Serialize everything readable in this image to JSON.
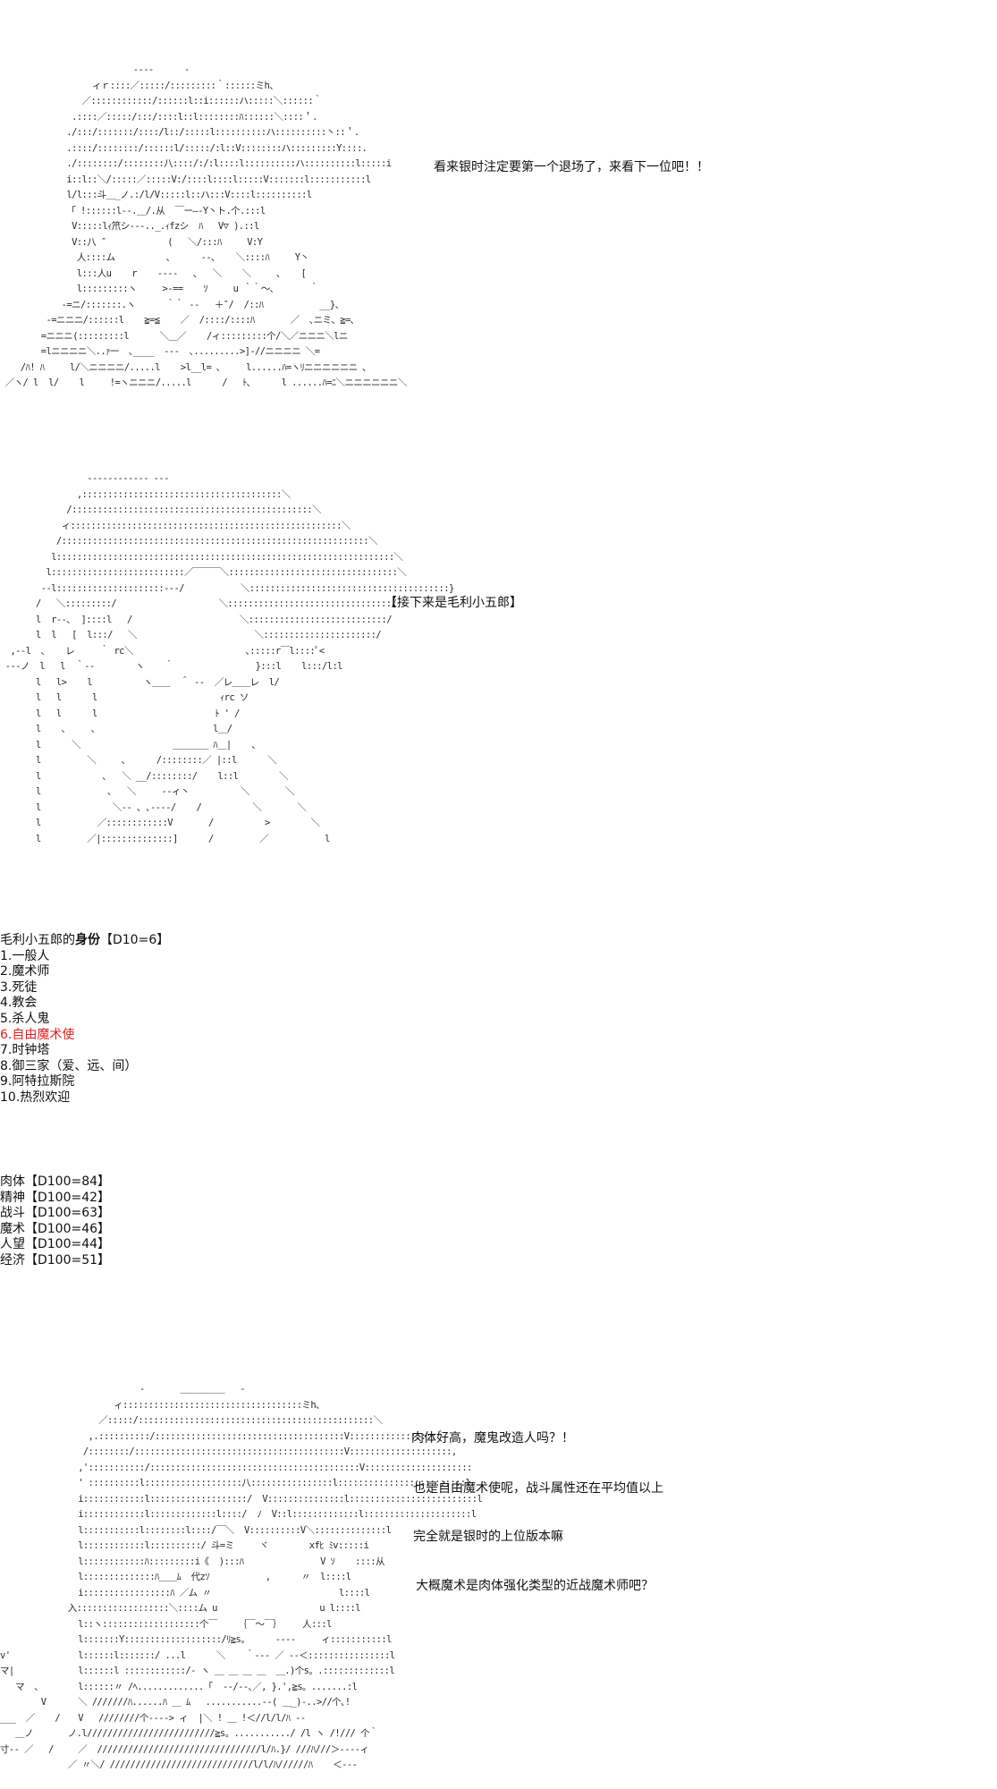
{
  "art": {
    "gintoki": "                          ‐‐‐‐      ‐\n                  ィｒ::::／:::::/:::::::::｀::::::ミh、\n                ／::::::::::::/::::::l::i::::::ハ:::::＼::::::｀\n              .::::／:::::/:::/::::l::l::::::::ﾊ::::::＼::::＇.\n             ./:::/:::::::/::::/l::/:::::l::::::::::ハ::::::::::丶::＇.\n             .::::/::::::::/::::::l/:::::/:l::V::::::::ハ:::::::::Y::::.\n             ./::::::::/::::::::八::::/:/:l::::l::::::::::ハ::::::::::l:::::i\n             i::l::＼/:::::／:::::V:/::::l::::l:::::V:::::::l:::::::::::l\n             l/l:::斗＿_ノ.:/l/V:::::l::ハ:::V::::l::::::::::l\n             「 !::::::l‐‐.＿/.从  ￣ー―‐Y丶ト.个.:::l\n              V:::::lｨ笊シ‐‐‐.._.ｨfzシ  ﾊ   V▽ ).::l\n              V::八 ″            (   ＼/:::ﾊ     V:Y\n               人::::ム          ､      ‐‐､    ＼::::ﾊ     Y丶\n               l:::人u    r    ‐‐‐‐   ､   ＼    ＼     ､    [\n               l:::::::::ヽ     >‐==    ｿ     u ｀｀～､       ｀\n            ‐=ニ/:::::::.ヽ      ｀｀ ‐‐   ＋″/  /::ﾊ           __}、\n         ‐=ニニニ/::::::l    ≧=≦    ／  /::::/::::ﾊ       ／  ､ニミ、≧=､\n        =ニニニ(:::::::::l      ＼＿／    /ィ:::::::::个/＼／ニニニ＼lニ\n        =lニニニニ＼..ｧ一  ､____  ‐‐‐  ､.........>]‐//ニニニニ ＼=\n    /ﾊ! ﾊ     l/＼ニニニニ/.....l    >l__l= ､     l......ﾊ=ヽﾘニニニニニニ ､\n ／ヽ/ l  l/    l     !=ヽニニニ/.....l      /   ﾄ､      l ......ﾊ=ﾆ＼ニニニニニニ＼",
    "mouri": "                 ‐‐‐‐‐‐‐‐‐‐‐‐ ‐‐‐\n               ,:::::::::::::::::::::::::::::::::::::::＼\n             /:::::::::::::::::::::::::::::::::::::::::::::::＼\n            ィ:::::::::::::::::::::::::::::::::::::::::::::::::::::＼\n           /::::::::::::::::::::::::::::::::::::::::::::::::::::::::::::＼\n          l::::::::::::::::::::::::::::::::::::::::::::::::::::::::::::::::::＼\n         l::::::::::::::::::::::::::／￣￣￣＼:::::::::::::::::::::::::::::::::＼\n        ‐‐l:::::::::::::::::::::‐‐‐/           ＼:::::::::::::::::::::::::::::::::::::::}\n       /   ＼:::::::::/                    ＼::::::::::::::::::::::::::::::::/\n       l  r‐‐､  ]::::l   /                     ＼:::::::::::::::::::::::::::/\n       l  l   [  l:::/   ＼                       ＼::::::::::::::::::::::/\n  ,‐‐l  ､    レ     ｀ rc＼                      ､:::::r￣l::::ﾟ<\n ‐‐-ノ  l   l  ｀‐‐        ヽ    ｀                }:::l    l:::/l:l\n       l   l>    l          ヽ＿＿  ＾ ‐‐  ／レ＿＿レ  l/\n       l   l      l                        ｨrc ソ\n       l   l      l                       ﾄ ' /\n       l    ､     ､                       l＿/\n       l      ＼                  ＿＿＿＿ ﾊ＿|    ､\n       l         ＼     ､      /::::::::／ |::l      ＼\n       l            ､   ＼ __/::::::::/    l::l        ＼\n       l             ､   ＼     ‐‐ィ丶          ＼       ＼\n       l              ＼‐‐ ､ ､‐‐‐‐/    /          ＼       ＼\n       l           ／::::::::::::V       /          >        ＼\n       l         ／|::::::::::::::]      /         ／           l",
    "third": "                      ‐       ＿＿＿＿＿   ‐\n                 ィ:::::::::::::::::::::::::::::::::::ミh、\n              ／:::::/::::::::::::::::::::::::::::::::::::::::::::::＼\n            ,.::::::::::/:::::::::::::::::::::::::::::::::::::V:::::::::::::::::｀\n           /::::::::/:::::::::::::::::::::::::::::::::::::::::V::::::::::::::::::::,\n          ,':::::::::::/:::::::::::::::::::::::::::::::::::::::::V:::::::::::::::::::::\n          ' ::::::::::l:::::::::::::::::::八::::::::::::::::l:::::::::::::::::::::::::l\n          i::::::::::::l:::::::::::::::::::/  V:::::::::::::::l:::::::::::::::::::::::::l\n          i::::::::::::l:::::::::::::l::::/  ﾉ  V::l:::::::::::::l:::::::::::::::::::::l\n          l:::::::::::l::::::::l::::/￣＼  V::::::::::V＼::::::::::::::l\n          l::::::::::::l::::::::::/ 斗=ミ     ヾ        xfﾋ ﾐv:::::i\n          l::::::::::::ﾊ:::::::::i《  ):::ﾊ               V ｿ    ::::从\n          l::::::::::::::ﾊ＿＿ﾑ  代zｿ           ,      〃  l::::l\n          i:::::::::::::::::ﾊ ／ム 〃                         l::::l\n        入::::::::::::::::::＼::::ム u                    u l::::l\n          l::ヽ:::::::::::::::::::个￣    ｛￣～￣｝    人:::l\n          l:::::::Y:::::::::::::::::::/ﾘ≧s。     ‐‐‐‐     ィ:::::::::::l\n          l::::::l:::::::/ ...l      ＼    ｀‐‐‐ ／ ‐‐＜::::::::::::::::l\n          l::::::l ::::::::::::/‐ ヽ ＿ ＿ ＿ ＿  ＿.)个s。.:::::::::::::l\n          l::::::〃 /ﾍ.............「  ‐‐/‐‐､／, }.',≧s。.......:l\n          ＼ ///////ﾊ......ﾊ ＿ ﾑ   ...........‐‐( ＿_)‐..>//个､!\n          V   ////////个‐‐‐‐> ィ  |＼ ! ＿ !＜//l/l/ﾊ ‐‐\n        ノ.l/////////////////////////≧s。.........../ /l ヽ /!/// 个｀\n          ／  ////////////////////////////////l/ﾊ.}/ ///ﾊ///＞‐‐‐‐ィ\n        ／ 〃＼/ ////////////////////////////l/l/ﾊ//////ﾊ    ＜‐‐‐",
    "third_left": "\n\n\n\n\n\n\n\n\n\n\n\n\n\n\n\n\nv'\nマ|\n   マ  ､\n        V\n___  ／    /\n   ＿ノ\n寸‐‐ ／   /"
  },
  "lines": {
    "gintoki_comment": "看来银时注定要第一个退场了，来看下一位吧！！",
    "next_up": "【接下来是毛利小五郎】",
    "roll_header_name": "毛利小五郎的",
    "roll_header_bold": "身份",
    "roll_header_dice": "【D10=6】",
    "options": [
      "1.一般人",
      "2.魔术师",
      "3.死徒",
      "4.教会",
      "5.杀人鬼",
      "6.自由魔术使",
      "7.时钟塔",
      "8.御三家（爱、远、间）",
      "9.阿特拉斯院",
      "10.热烈欢迎"
    ],
    "stats": [
      "肉体【D100=84】",
      "精神【D100=42】",
      "战斗【D100=63】",
      "魔术【D100=46】",
      "人望【D100=44】",
      "经济【D100=51】"
    ],
    "comments": [
      "肉体好高，魔鬼改造人吗？！",
      "也是自由魔术使呢，战斗属性还在平均值以上",
      "完全就是银时的上位版本嘛",
      "大概魔术是肉体强化类型的近战魔术师吧？"
    ]
  },
  "colors": {
    "highlight": "#e02020"
  }
}
